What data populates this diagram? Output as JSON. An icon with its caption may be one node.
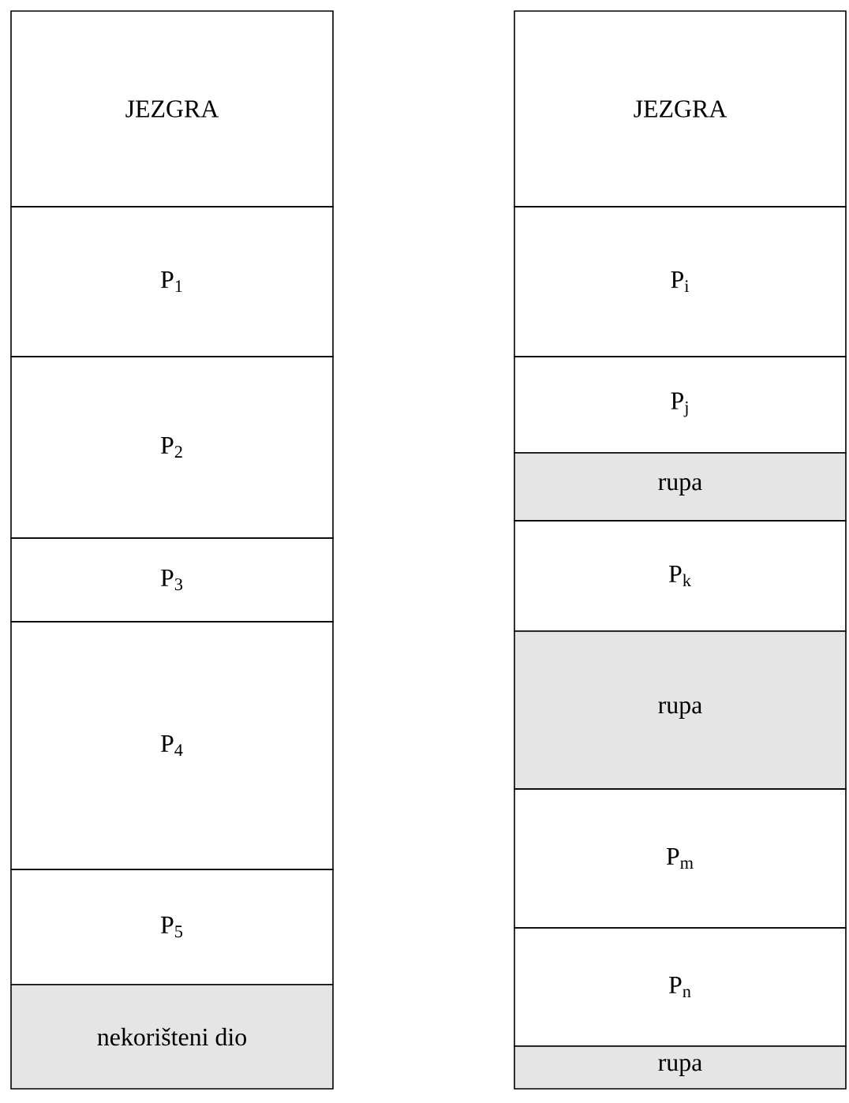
{
  "diagram": {
    "nodes": [
      {
        "text": [
          "JEZGRA"
        ]
      },
      {
        "text": [
          "P$_{1}$"
        ]
      },
      {
        "text": [
          "P$_{2}$"
        ]
      },
      {
        "text": [
          "P$_{3}$"
        ]
      },
      {
        "text": [
          "P$_{4}$"
        ]
      },
      {
        "text": [
          "P$_{5}$"
        ]
      },
      {
        "text": [
          "nekorišteni dio"
        ]
      },
      {
        "text": [
          "JEZGRA"
        ]
      },
      {
        "text": [
          "P$_{i}$"
        ]
      },
      {
        "text": [
          "P$_{j}$"
        ]
      },
      {
        "text": [
          "rupa"
        ]
      },
      {
        "text": [
          "P$_{k}$"
        ]
      },
      {
        "text": [
          "rupa"
        ]
      },
      {
        "text": [
          "P$_{m}$"
        ]
      },
      {
        "text": [
          "P$_{n}$"
        ]
      },
      {
        "text": [
          "rupa"
        ]
      }
    ]
  }
}
